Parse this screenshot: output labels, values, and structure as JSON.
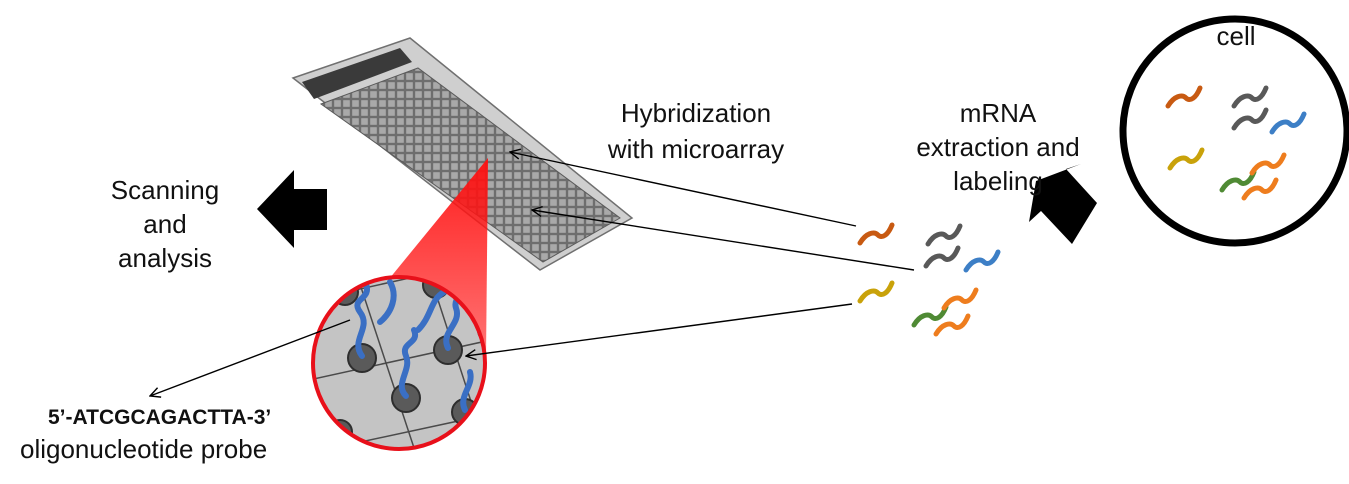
{
  "labels": {
    "cell": "cell",
    "mrna_line1": "mRNA",
    "mrna_line2": "extraction and",
    "mrna_line3": "labeling",
    "hyb_line1": "Hybridization",
    "hyb_line2": "with microarray",
    "scan_line1": "Scanning",
    "scan_line2": "and",
    "scan_line3": "analysis",
    "probe_sequence": "5’-ATCGCAGACTTA-3’",
    "probe_caption": "oligonucleotide probe"
  },
  "colors": {
    "mrna_orange": "#c85a12",
    "mrna_gray": "#595959",
    "mrna_blue": "#3d7fc6",
    "mrna_gold": "#c9a20a",
    "mrna_green": "#4f8a34",
    "mrna_light_orange": "#ee7d1e",
    "probe_blue": "#3a6fc4",
    "zoom_red": "#e8101a",
    "slide_gray": "#9a9a9a",
    "arrow_black": "#000000"
  }
}
